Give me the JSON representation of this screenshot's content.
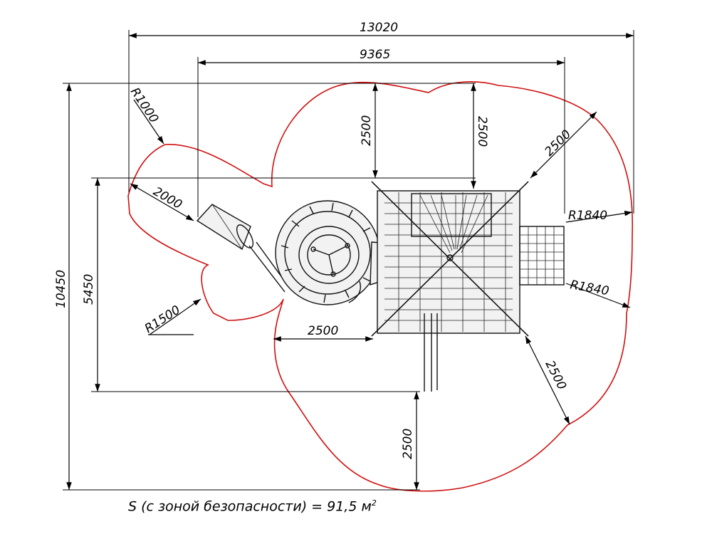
{
  "dimensions": {
    "overall_width": "13020",
    "inner_width": "9365",
    "overall_height": "10450",
    "inner_height": "5450",
    "radius_top_left": "R1000",
    "slide_offset": "2000",
    "radius_left": "R1500",
    "zone_left": "2500",
    "zone_top_a": "2500",
    "zone_top_b": "2500",
    "zone_diag_upper": "2500",
    "zone_diag_lower": "2500",
    "zone_bottom": "2500",
    "radius_right_upper": "R1840",
    "radius_right_lower": "R1840"
  },
  "caption": {
    "text": "S (с зоной безопасности) = 91,5 м",
    "superscript": "2"
  },
  "colors": {
    "safety_zone": "#d01010",
    "lines": "#000000"
  }
}
